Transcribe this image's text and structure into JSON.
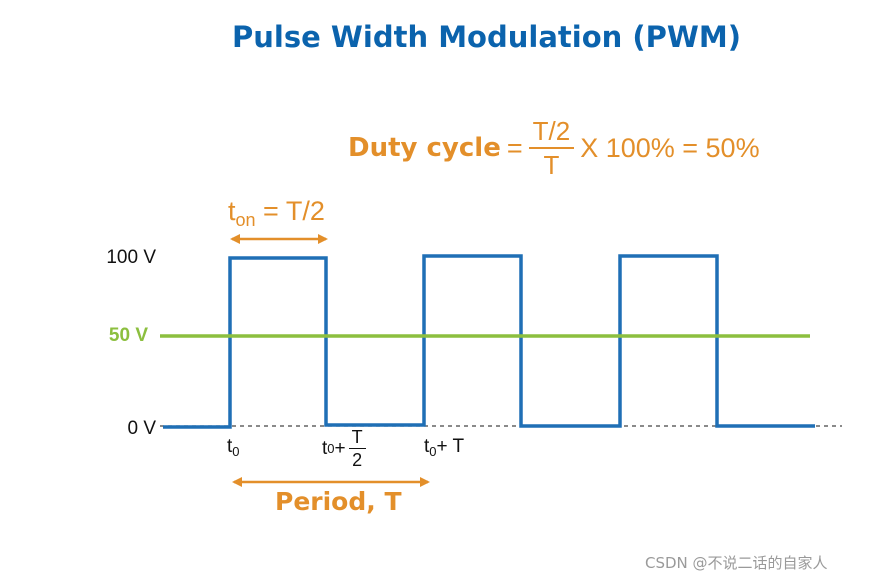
{
  "title": "Pulse Width Modulation (PWM)",
  "duty_cycle": {
    "label": "Duty cycle",
    "equals": "=",
    "numerator": "T/2",
    "denominator": "T",
    "rest": "X 100% = 50%"
  },
  "t_on": {
    "t": "t",
    "sub": "on",
    "rest": " = T/2"
  },
  "y_labels": {
    "high": "100 V",
    "mid": "50 V",
    "low": "0 V"
  },
  "x_ticks": {
    "t0": {
      "t": "t",
      "sub": "0"
    },
    "t0_half": {
      "t": "t",
      "sub": "0",
      "plus": "+",
      "num": "T",
      "den": "2"
    },
    "t0_T": {
      "t": "t",
      "sub": "0",
      "rest": "+ T"
    }
  },
  "period_label": "Period, T",
  "watermark": "CSDN @不说二话的自家人",
  "colors": {
    "title": "#0b63ad",
    "signal": "#1f6fb5",
    "average": "#8cbf3f",
    "annotation": "#e38f2a",
    "baseline": "#444444"
  },
  "chart_data": {
    "type": "line",
    "signal": "square wave",
    "levels": [
      0,
      50,
      100
    ],
    "units": "V",
    "duty_cycle_percent": 50,
    "periods_shown": 3
  }
}
